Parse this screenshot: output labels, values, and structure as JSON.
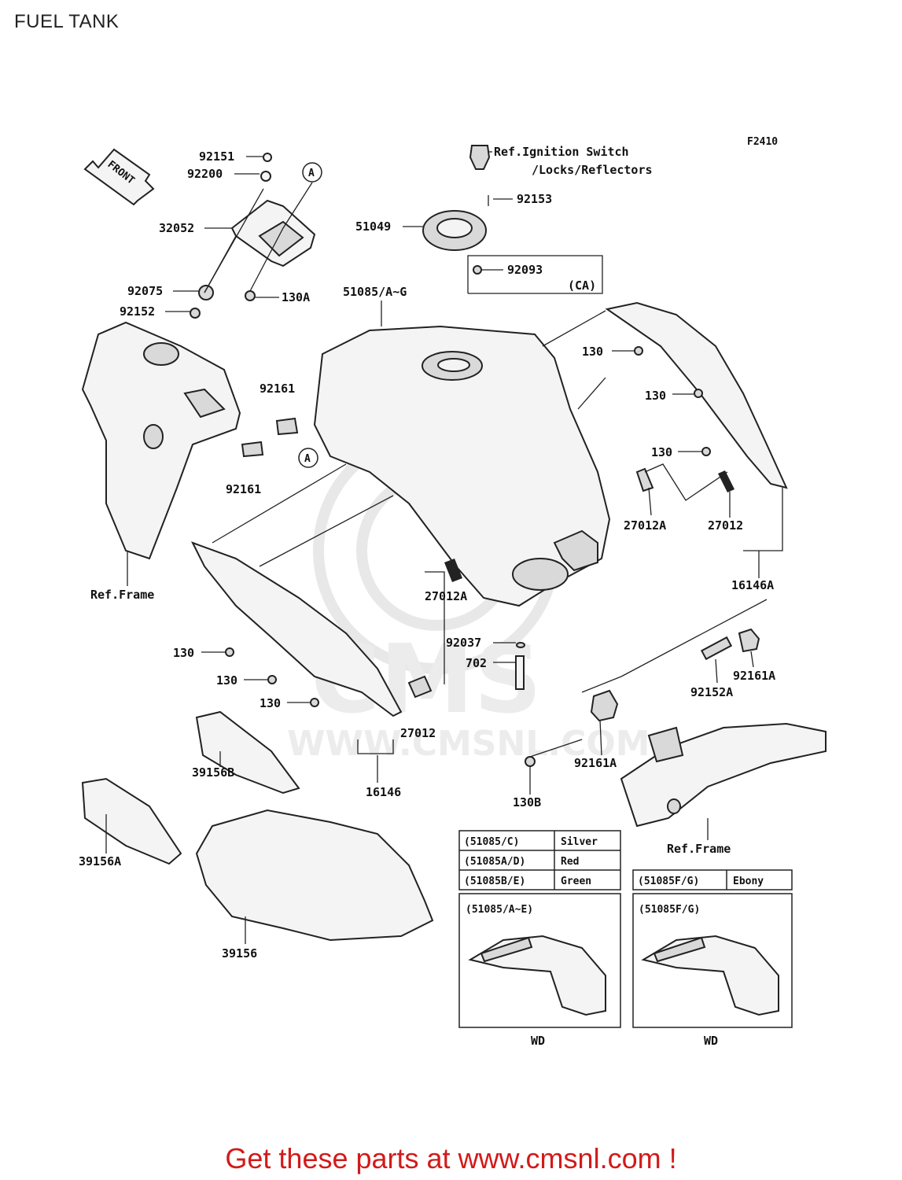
{
  "title": "FUEL TANK",
  "figure_code": "F2410",
  "front_label": "FRONT",
  "callout_a": "A",
  "labels": {
    "p92151": "92151",
    "p92200": "92200",
    "p32052": "32052",
    "p92075": "92075",
    "p130A": "130A",
    "p92152": "92152",
    "p92161a": "92161",
    "p92161b": "92161",
    "p51049": "51049",
    "p92153": "92153",
    "p92093": "92093",
    "pCA": "(CA)",
    "p51085": "51085/A~G",
    "refIgn1": "Ref.Ignition Switch",
    "refIgn2": "/Locks/Reflectors",
    "p130_1": "130",
    "p130_2": "130",
    "p130_3": "130",
    "p130_4": "130",
    "p130_5": "130",
    "p130_6": "130",
    "p27012A_1": "27012A",
    "p27012_1": "27012",
    "p16146A": "16146A",
    "refFrame1": "Ref.Frame",
    "p27012A_2": "27012A",
    "p92037": "92037",
    "p702": "702",
    "p27012_2": "27012",
    "p16146": "16146",
    "p130B": "130B",
    "p92161A_1": "92161A",
    "p92152A": "92152A",
    "p92161A_2": "92161A",
    "p39156B": "39156B",
    "p39156A": "39156A",
    "p39156": "39156",
    "refFrame2": "Ref.Frame",
    "wd1": "WD",
    "wd2": "WD"
  },
  "color_table": {
    "rows": [
      {
        "code": "(51085/C)",
        "color": "Silver"
      },
      {
        "code": "(51085A/D)",
        "color": "Red"
      },
      {
        "code": "(51085B/E)",
        "color": "Green"
      }
    ],
    "ebony": {
      "code": "(51085F/G)",
      "color": "Ebony"
    }
  },
  "variant_boxes": {
    "left_title": "(51085/A~E)",
    "right_title": "(51085F/G)"
  },
  "watermark": "WWW.CMSNL.COM",
  "watermark_logo": "CMS",
  "promo": "Get these parts at www.cmsnl.com !",
  "colors": {
    "promo": "#d21a1a",
    "watermark": "#e8e8e8"
  }
}
